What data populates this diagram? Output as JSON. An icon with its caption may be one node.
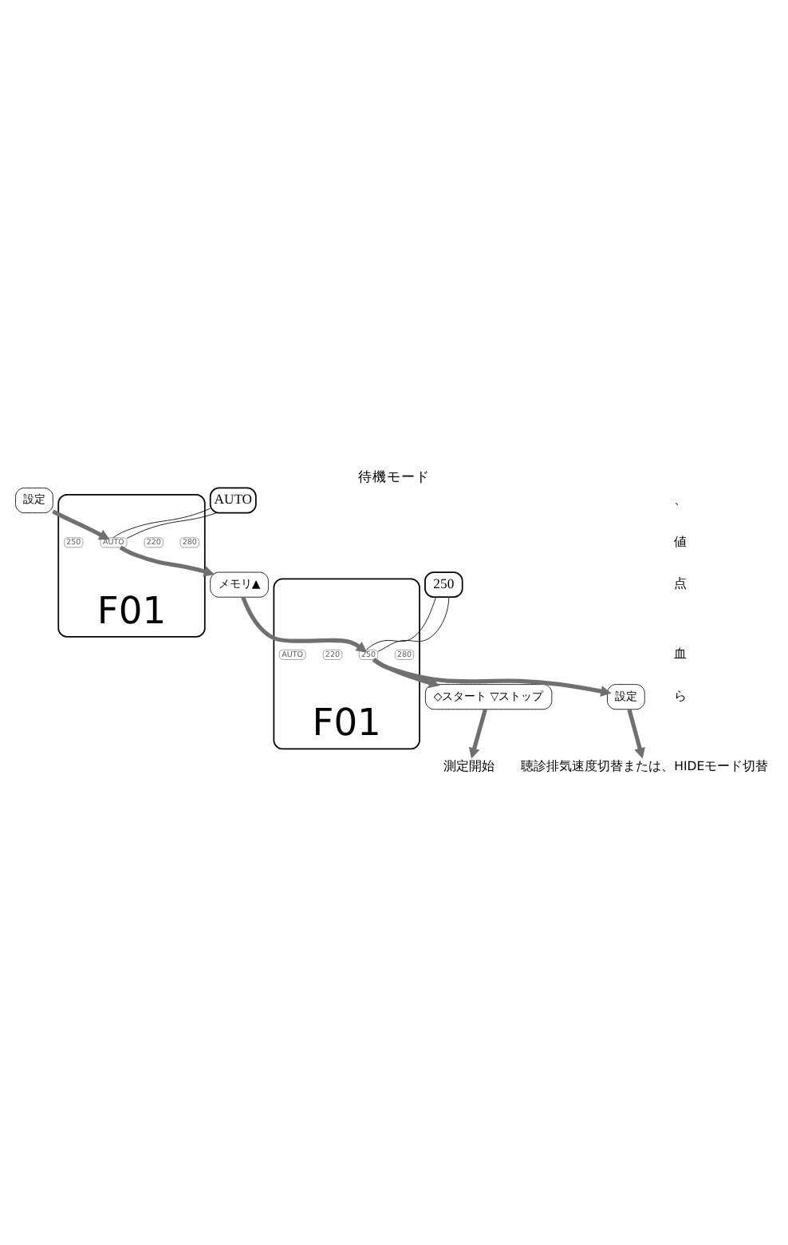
{
  "diagram": {
    "title": "待機モード",
    "nodes": [
      {
        "text": [
          "設定"
        ]
      },
      {
        "text": [
          "F01"
        ]
      },
      {
        "text": [
          "AUTO"
        ],
        "in": 1
      },
      {
        "text": [
          "220"
        ],
        "in": 1
      },
      {
        "text": [
          "250"
        ],
        "in": 1
      },
      {
        "text": [
          "280"
        ],
        "in": 1
      },
      {
        "text": [
          "AUTO"
        ]
      },
      {
        "text": [
          "メモリ▲"
        ]
      },
      {
        "text": [
          "F01"
        ]
      },
      {
        "text": [
          "AUTO"
        ],
        "in": 8
      },
      {
        "text": [
          "220"
        ],
        "in": 8
      },
      {
        "text": [
          "250"
        ],
        "in": 8
      },
      {
        "text": [
          "280"
        ],
        "in": 8
      },
      {
        "text": [
          "250"
        ]
      },
      {
        "text": [
          "◇スタート ▽ストップ"
        ]
      },
      {
        "text": [
          "設定"
        ]
      },
      {
        "text": [
          "測定開始"
        ]
      },
      {
        "text": [
          "聴診排気速度切替または、HIDEモード切替"
        ]
      }
    ],
    "edges": [
      {
        "from": 0,
        "to": 2,
        "arrow": "to"
      },
      {
        "from": 6,
        "to": 2,
        "arrow": "none",
        "color": "#000000"
      },
      {
        "from": 6,
        "to": 2,
        "arrow": "none",
        "color": "#000000"
      },
      {
        "from": 2,
        "to": 7,
        "arrow": "to"
      },
      {
        "from": 7,
        "to": 11,
        "arrow": "to"
      },
      {
        "from": 13,
        "to": 11,
        "arrow": "none",
        "color": "#000000"
      },
      {
        "from": 13,
        "to": 11,
        "arrow": "none",
        "color": "#000000"
      },
      {
        "from": 11,
        "to": 14,
        "arrow": "to"
      },
      {
        "from": 11,
        "to": 15,
        "arrow": "to"
      },
      {
        "from": 14,
        "to": 16,
        "arrow": "to"
      },
      {
        "from": 15,
        "to": 17,
        "arrow": "to"
      }
    ],
    "labels": [
      "、",
      "値",
      "点",
      "血",
      "ら"
    ]
  }
}
